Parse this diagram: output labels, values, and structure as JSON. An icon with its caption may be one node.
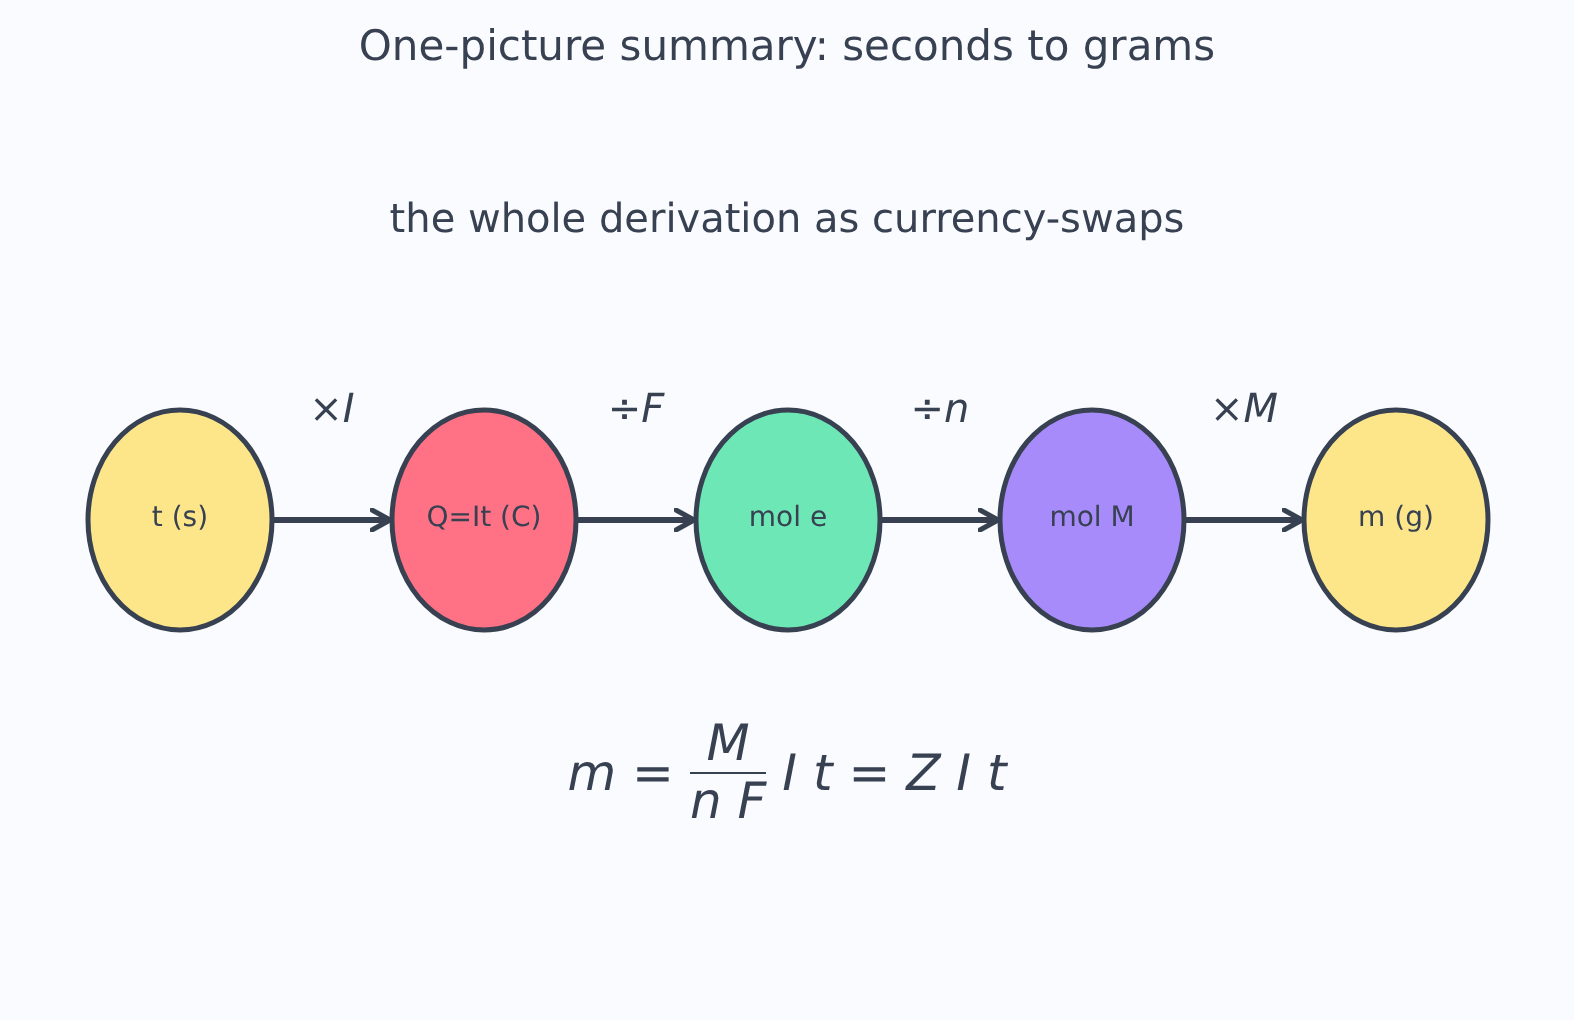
{
  "diagram": {
    "title": "One-picture summary: seconds to grams",
    "nodes": [
      {
        "text": [
          "t (s)"
        ]
      },
      {
        "text": [
          "Q=It (C)"
        ]
      },
      {
        "text": [
          "mol e"
        ]
      },
      {
        "text": [
          "mol M"
        ]
      },
      {
        "text": [
          "m (g)"
        ]
      }
    ],
    "edges": [
      {
        "from": 0,
        "to": 1,
        "arrow": "to",
        "label": "×*I*"
      },
      {
        "from": 1,
        "to": 2,
        "arrow": "to",
        "label": "÷*F*"
      },
      {
        "from": 2,
        "to": 3,
        "arrow": "to",
        "label": "÷*n*"
      },
      {
        "from": 3,
        "to": 4,
        "arrow": "to",
        "label": "×*M*"
      }
    ],
    "labels": [
      "the whole derivation as currency-swaps",
      "*m* =",
      "*M*",
      "*n F*",
      "*I t* = *Z I t*"
    ]
  }
}
